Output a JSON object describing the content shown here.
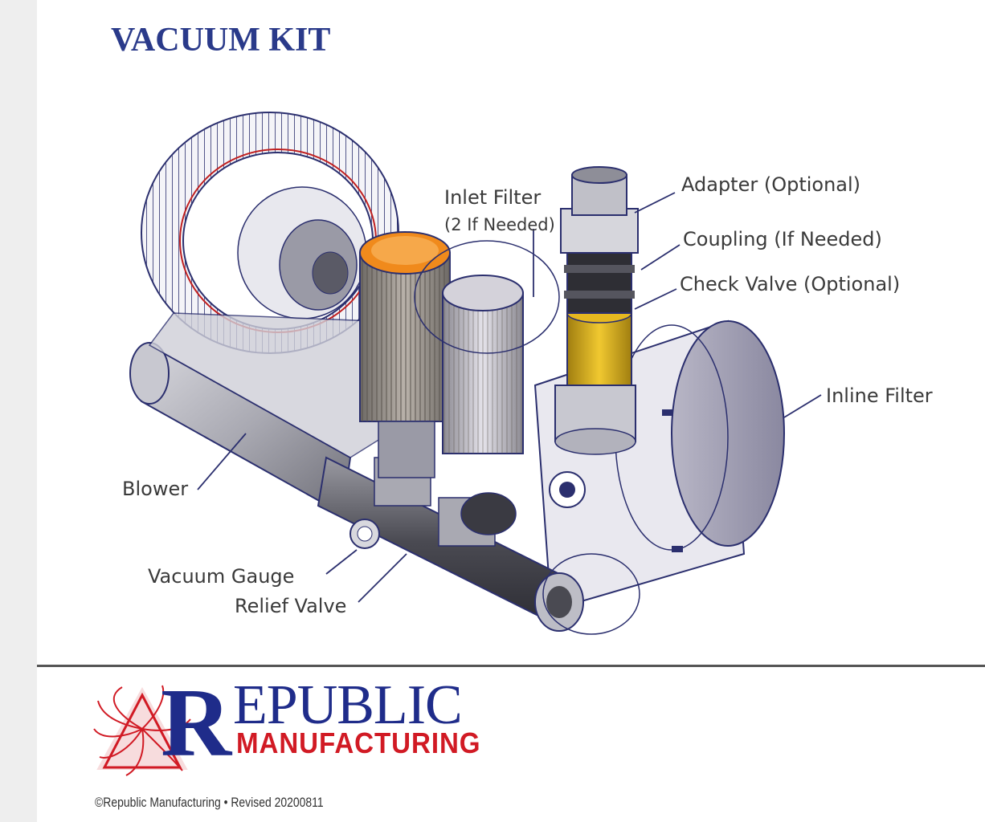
{
  "title": "VACUUM KIT",
  "callouts": {
    "adapter": "Adapter (Optional)",
    "coupling": "Coupling (If Needed)",
    "check_valve": "Check Valve (Optional)",
    "inlet_filter": "Inlet Filter",
    "inlet_filter_note": "(2 If Needed)",
    "inline_filter": "Inline Filter",
    "blower": "Blower",
    "vacuum_gauge": "Vacuum Gauge",
    "relief_valve": "Relief Valve"
  },
  "logo": {
    "initial": "R",
    "word_top": "EPUBLIC",
    "word_bottom": "MANUFACTURING"
  },
  "footer": "©Republic Manufacturing • Revised 20200811",
  "colors": {
    "title": "#2a3a8a",
    "logo_blue": "#1f2c8a",
    "logo_red": "#d11a24",
    "filter_cap": "#f08a1c",
    "check_valve": "#e6b820",
    "outline": "#2b2f6e"
  }
}
